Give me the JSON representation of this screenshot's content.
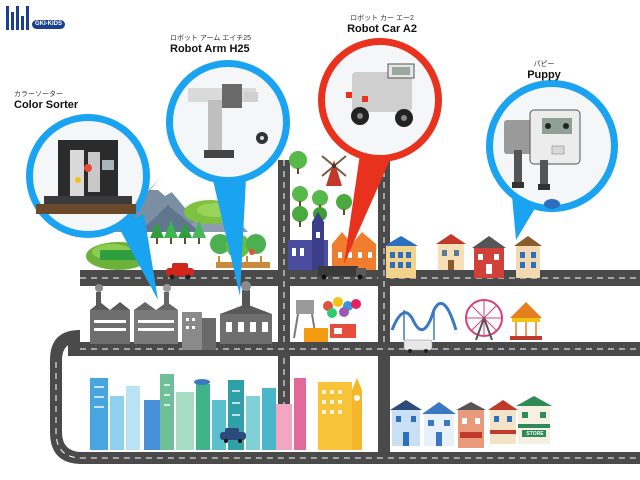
{
  "brand": {
    "name": "GKI-KIDS"
  },
  "robots": [
    {
      "id": "color-sorter",
      "kana": "カラーソーター",
      "name": "Color Sorter",
      "bubble_color": "#1aa3f0"
    },
    {
      "id": "robot-arm-h25",
      "kana": "ロボット アーム エイチ25",
      "name": "Robot Arm H25",
      "bubble_color": "#1aa3f0"
    },
    {
      "id": "robot-car-a2",
      "kana": "ロボット カー エー2",
      "name": "Robot Car A2",
      "bubble_color": "#e8321e"
    },
    {
      "id": "puppy",
      "kana": "パピー",
      "name": "Puppy",
      "bubble_color": "#1aa3f0"
    }
  ],
  "signs": {
    "store": "STORE"
  },
  "colors": {
    "road": "#4a4a4a",
    "road_line": "#ffffff",
    "brand": "#1c3f8f",
    "selected": "#e8321e",
    "default": "#1aa3f0"
  }
}
